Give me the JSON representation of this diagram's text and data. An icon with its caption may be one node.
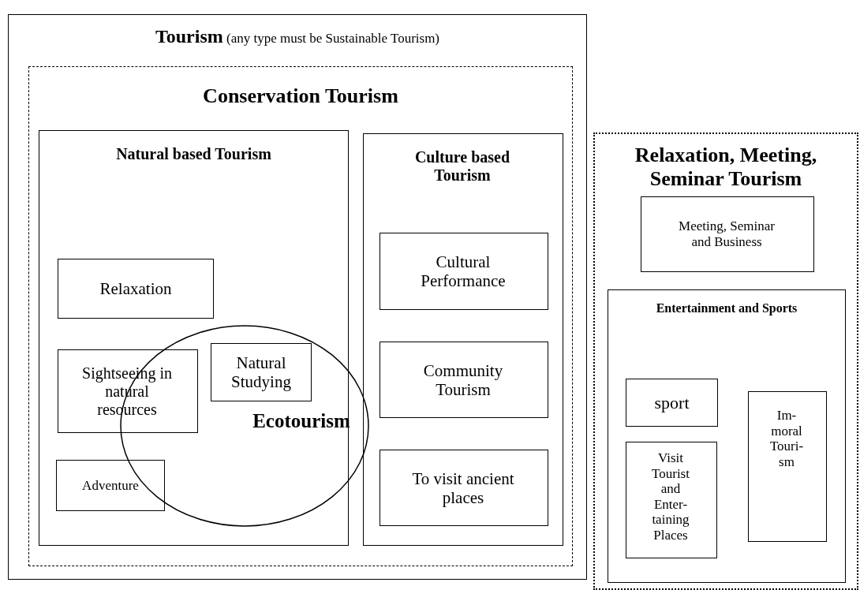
{
  "diagram": {
    "nodes": [
      {
        "text": [
          "**Tourism** (any type must be Sustainable Tourism)"
        ]
      },
      {
        "text": [
          "Conservation Tourism"
        ],
        "in": 0
      },
      {
        "text": [
          "Natural based Tourism"
        ],
        "in": 1
      },
      {
        "text": [
          "Relaxation"
        ],
        "in": 2
      },
      {
        "text": [
          "Natural Studying"
        ],
        "in": 11
      },
      {
        "text": [
          "Sightseeing in natural resources"
        ],
        "in": 2
      },
      {
        "text": [
          "Adventure"
        ],
        "in": 2
      },
      {
        "text": [
          "Culture based Tourism"
        ],
        "in": 1
      },
      {
        "text": [
          "Cultural Performance"
        ],
        "in": 7
      },
      {
        "text": [
          "Community Tourism"
        ],
        "in": 7
      },
      {
        "text": [
          "To visit ancient places"
        ],
        "in": 7
      },
      {
        "text": [
          "Ecotourism"
        ],
        "in": 1
      },
      {
        "text": [
          "Relaxation, Meeting, Seminar Tourism"
        ]
      },
      {
        "text": [
          "Meeting, Seminar and Business"
        ],
        "in": 12
      },
      {
        "text": [
          "Entertainment and Sports"
        ],
        "in": 12
      },
      {
        "text": [
          "sport"
        ],
        "in": 14
      },
      {
        "text": [
          "Visit Tourist and Enter- taining Places"
        ],
        "in": 14
      },
      {
        "text": [
          "Im- moral Touri- sm"
        ],
        "in": 14
      }
    ]
  }
}
